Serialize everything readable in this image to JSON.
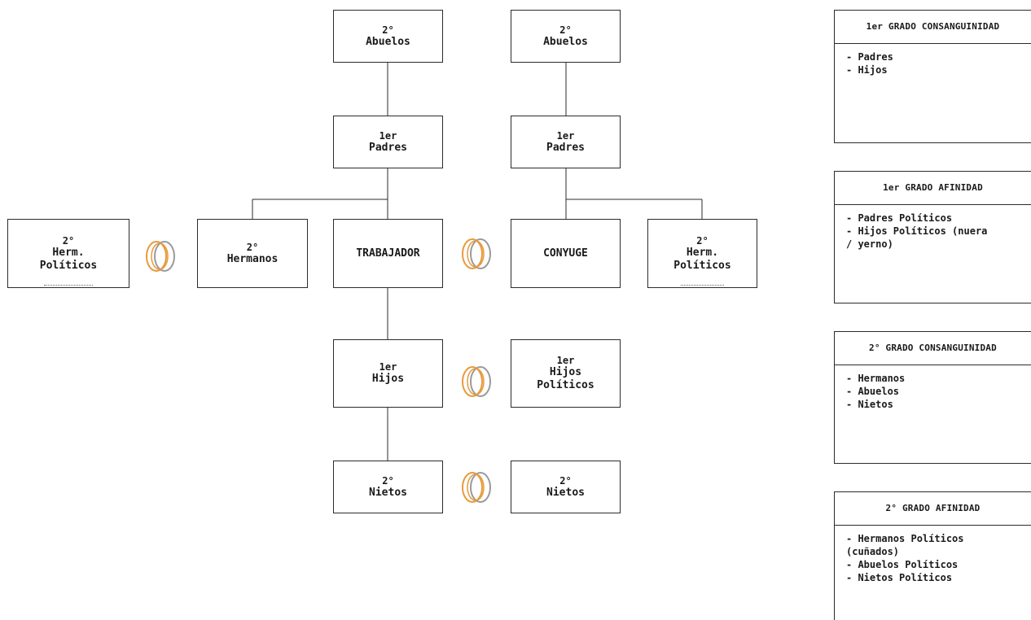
{
  "nodes": {
    "abuelos_left": {
      "degree": "2°",
      "title": "Abuelos"
    },
    "abuelos_right": {
      "degree": "2°",
      "title": "Abuelos"
    },
    "padres_left": {
      "degree": "1er",
      "title": "Padres"
    },
    "padres_right": {
      "degree": "1er",
      "title": "Padres"
    },
    "herm_pol_left": {
      "degree": "2°",
      "title1": "Herm.",
      "title2": "Políticos"
    },
    "hermanos": {
      "degree": "2°",
      "title": "Hermanos"
    },
    "trabajador": {
      "title": "TRABAJADOR"
    },
    "conyuge": {
      "title": "CONYUGE"
    },
    "herm_pol_right": {
      "degree": "2°",
      "title1": "Herm.",
      "title2": "Políticos"
    },
    "hijos": {
      "degree": "1er",
      "title": "Hijos"
    },
    "hijos_pol": {
      "degree": "1er",
      "title1": "Hijos",
      "title2": "Políticos"
    },
    "nietos_left": {
      "degree": "2°",
      "title": "Nietos"
    },
    "nietos_right": {
      "degree": "2°",
      "title": "Nietos"
    }
  },
  "legend": [
    {
      "heading": "1er GRADO CONSANGUINIDAD",
      "items": [
        "- Padres",
        "- Hijos"
      ]
    },
    {
      "heading": "1er GRADO AFINIDAD",
      "items": [
        "- Padres Políticos",
        "- Hijos Políticos (nuera",
        "/ yerno)"
      ]
    },
    {
      "heading": "2° GRADO CONSANGUINIDAD",
      "items": [
        "- Hermanos",
        "- Abuelos",
        "- Nietos"
      ]
    },
    {
      "heading": "2° GRADO AFINIDAD",
      "items": [
        "- Hermanos Políticos",
        "(cuñados)",
        "- Abuelos Políticos",
        "- Nietos Políticos"
      ]
    }
  ],
  "colors": {
    "ring_orange": "#e89a3c",
    "ring_gray": "#9a9a9a",
    "line": "#2b2b2b"
  }
}
